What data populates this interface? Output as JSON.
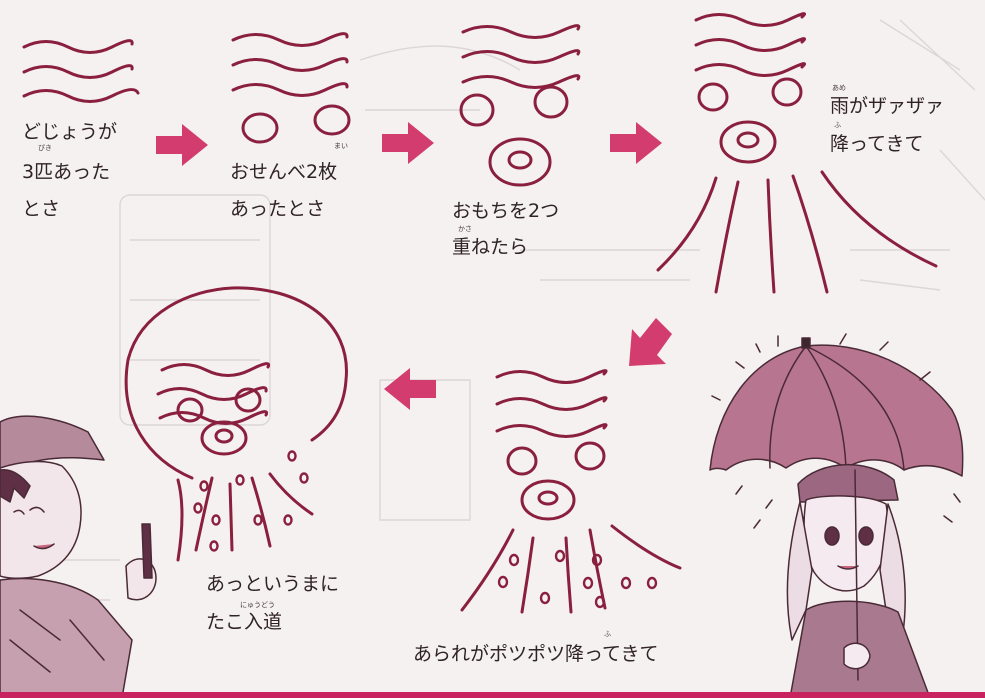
{
  "steps": [
    {
      "lines": [
        "どじょうが",
        "3匹あった",
        "とさ"
      ]
    },
    {
      "lines": [
        "おせんべ2枚",
        "あったとさ"
      ]
    },
    {
      "lines": [
        "おもちを2つ",
        "重ねたら"
      ]
    },
    {
      "lines": [
        "雨がザァザァ",
        "降ってきて"
      ]
    },
    {
      "lines": [
        "あられがポツポツ降ってきて"
      ]
    },
    {
      "lines": [
        "あっというまに",
        "たこ入道"
      ]
    }
  ],
  "ruby": {
    "hiki": "ぴき",
    "mai": "まい",
    "kasa": "かさ",
    "ame": "あめ",
    "furu": "ふ",
    "nyudo": "にゅうどう"
  },
  "colors": {
    "line": "#8a1f3e",
    "arrow": "#d23c6e",
    "bar": "#c9235f"
  }
}
